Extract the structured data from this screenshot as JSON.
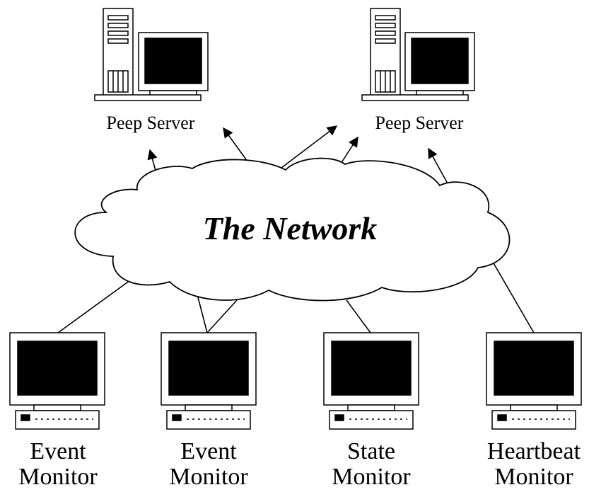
{
  "network": {
    "title": "The Network"
  },
  "servers": [
    {
      "label": "Peep Server"
    },
    {
      "label": "Peep Server"
    }
  ],
  "monitors": [
    {
      "line1": "Event",
      "line2": "Monitor"
    },
    {
      "line1": "Event",
      "line2": "Monitor"
    },
    {
      "line1": "State",
      "line2": "Monitor"
    },
    {
      "line1": "Heartbeat",
      "line2": "Monitor"
    }
  ],
  "colors": {
    "stroke": "#000000",
    "screen": "#000000",
    "background": "#ffffff"
  },
  "icons": [
    "server-tower-icon",
    "crt-monitor-icon",
    "keyboard-icon",
    "cloud-shape",
    "arrow-icon"
  ]
}
